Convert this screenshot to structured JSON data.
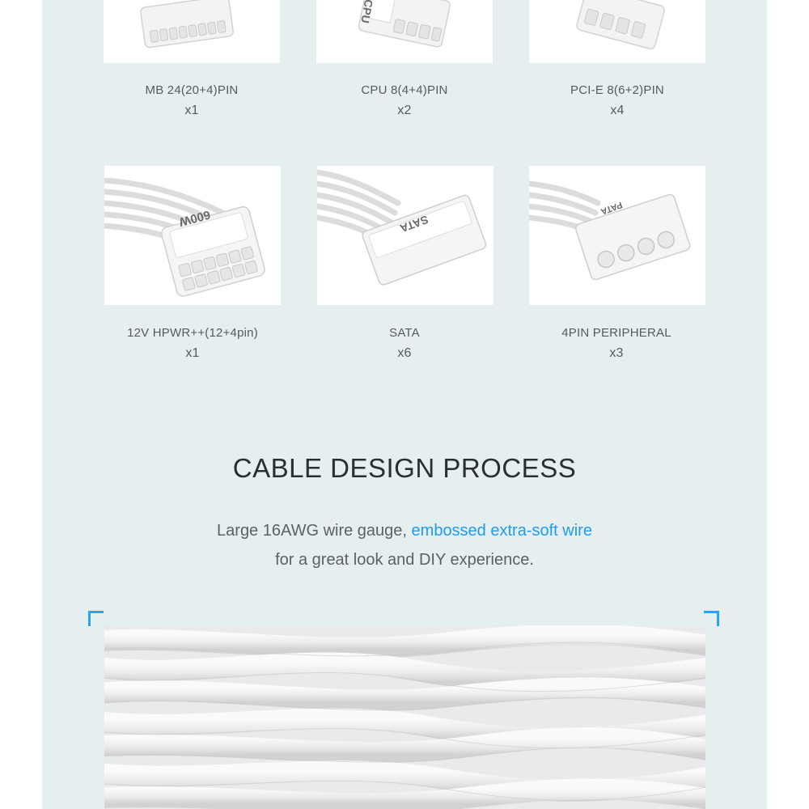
{
  "connectors": [
    {
      "name": "MB 24(20+4)PIN",
      "qty": "x1",
      "icon": "motherboard-connector-icon",
      "marking": ""
    },
    {
      "name": "CPU 8(4+4)PIN",
      "qty": "x2",
      "icon": "cpu-connector-icon",
      "marking": "CPU"
    },
    {
      "name": "PCI-E 8(6+2)PIN",
      "qty": "x4",
      "icon": "pcie-connector-icon",
      "marking": ""
    },
    {
      "name": "12V HPWR++(12+4pin)",
      "qty": "x1",
      "icon": "12vhpwr-connector-icon",
      "marking": "600W"
    },
    {
      "name": "SATA",
      "qty": "x6",
      "icon": "sata-connector-icon",
      "marking": "SATA"
    },
    {
      "name": "4PIN PERIPHERAL",
      "qty": "x3",
      "icon": "peripheral-connector-icon",
      "marking": "PATA"
    }
  ],
  "cable_design": {
    "title": "CABLE DESIGN PROCESS",
    "line1_prefix": "Large 16AWG wire gauge, ",
    "line1_highlight": "embossed extra-soft wire",
    "line2": "for a great look and DIY experience."
  },
  "colors": {
    "background": "#e5efef",
    "accent": "#1e9bef",
    "title": "#2b2f33",
    "text": "#5b6166"
  }
}
